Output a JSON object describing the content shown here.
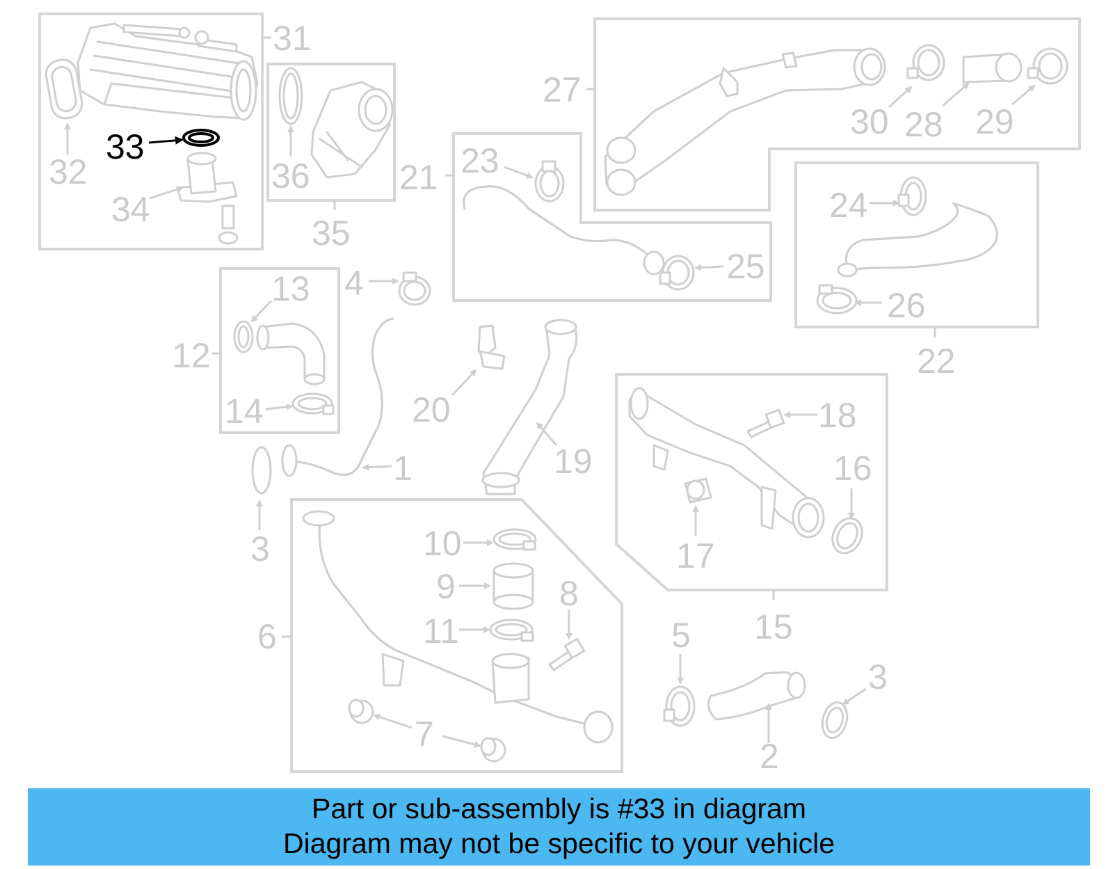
{
  "colors": {
    "banner": "#4bb8f2",
    "part_lines": "#cfcfcf",
    "highlight": "#000000"
  },
  "highlighted_part": "33",
  "callouts": {
    "c1": "1",
    "c2": "2",
    "c3a": "3",
    "c3b": "3",
    "c4": "4",
    "c5": "5",
    "c6": "6",
    "c7": "7",
    "c8": "8",
    "c9": "9",
    "c10": "10",
    "c11": "11",
    "c12": "12",
    "c13": "13",
    "c14": "14",
    "c15": "15",
    "c16": "16",
    "c17": "17",
    "c18": "18",
    "c19": "19",
    "c20": "20",
    "c21": "21",
    "c22": "22",
    "c23": "23",
    "c24": "24",
    "c25": "25",
    "c26": "26",
    "c27": "27",
    "c28": "28",
    "c29": "29",
    "c30": "30",
    "c31": "31",
    "c32": "32",
    "c33": "33",
    "c34": "34",
    "c35": "35",
    "c36": "36"
  },
  "banner": {
    "line1": "Part or sub-assembly is #33 in diagram",
    "line2": "Diagram may not be specific to your vehicle"
  }
}
